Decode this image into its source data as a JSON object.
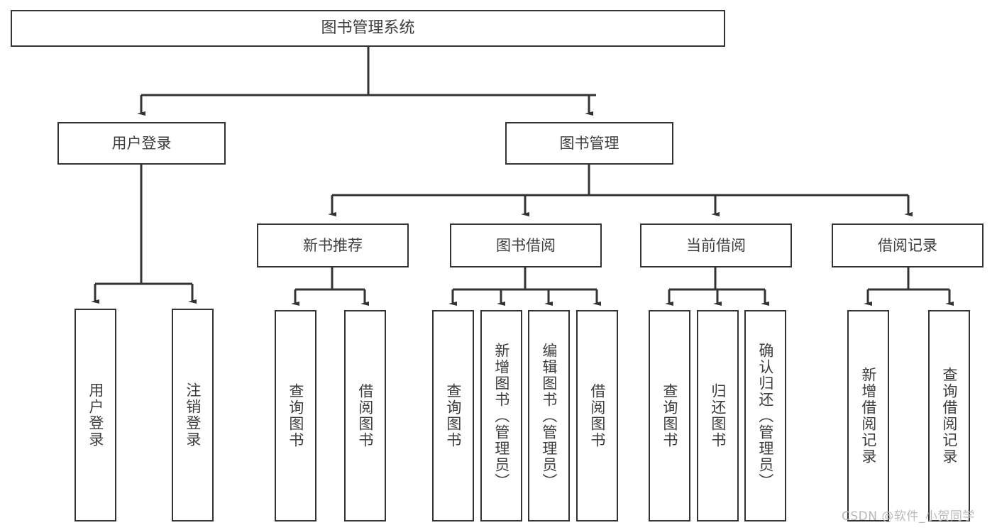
{
  "diagram": {
    "title": "图书管理系统",
    "type": "tree-structure-chart",
    "watermark": "CSDN @软件_小贺同学",
    "root": {
      "id": "root",
      "label": "图书管理系统"
    },
    "level1": [
      {
        "id": "user-login",
        "label": "用户登录"
      },
      {
        "id": "book-manage",
        "label": "图书管理"
      }
    ],
    "level2": [
      {
        "id": "new-book-rec",
        "label": "新书推荐",
        "parent": "book-manage"
      },
      {
        "id": "book-borrow",
        "label": "图书借阅",
        "parent": "book-manage"
      },
      {
        "id": "current-borrow",
        "label": "当前借阅",
        "parent": "book-manage"
      },
      {
        "id": "borrow-record",
        "label": "借阅记录",
        "parent": "book-manage"
      }
    ],
    "leaves": [
      {
        "id": "leaf-user-login",
        "label": "用户登录",
        "parent": "user-login"
      },
      {
        "id": "leaf-logout",
        "label": "注销登录",
        "parent": "user-login"
      },
      {
        "id": "leaf-query-book-1",
        "label": "查询图书",
        "parent": "new-book-rec"
      },
      {
        "id": "leaf-borrow-book-1",
        "label": "借阅图书",
        "parent": "new-book-rec"
      },
      {
        "id": "leaf-query-book-2",
        "label": "查询图书",
        "parent": "book-borrow"
      },
      {
        "id": "leaf-add-book",
        "label": "新增图书（管理员）",
        "parent": "book-borrow"
      },
      {
        "id": "leaf-edit-book",
        "label": "编辑图书（管理员）",
        "parent": "book-borrow"
      },
      {
        "id": "leaf-borrow-book-2",
        "label": "借阅图书",
        "parent": "book-borrow"
      },
      {
        "id": "leaf-query-book-3",
        "label": "查询图书",
        "parent": "current-borrow"
      },
      {
        "id": "leaf-return-book",
        "label": "归还图书",
        "parent": "current-borrow"
      },
      {
        "id": "leaf-confirm-return",
        "label": "确认归还（管理员）",
        "parent": "current-borrow"
      },
      {
        "id": "leaf-add-record",
        "label": "新增借阅记录",
        "parent": "borrow-record"
      },
      {
        "id": "leaf-query-record",
        "label": "查询借阅记录",
        "parent": "borrow-record"
      }
    ],
    "colors": {
      "border": "#333333",
      "text": "#3d3d3d",
      "background": "#ffffff",
      "watermark": "#b9b9b9"
    }
  }
}
